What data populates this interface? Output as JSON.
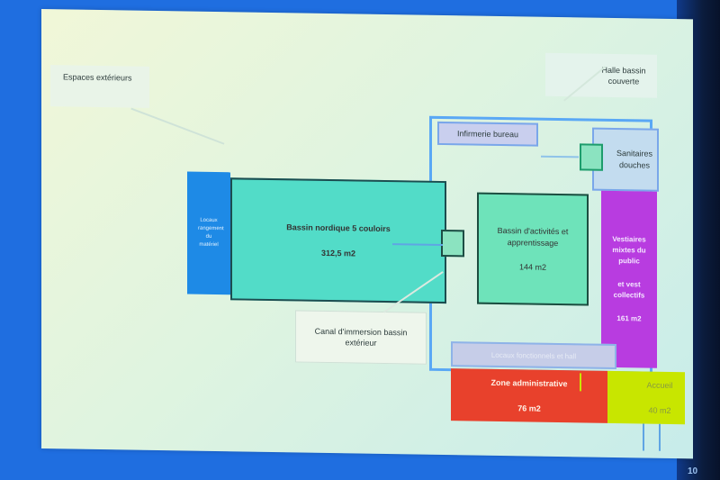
{
  "labels": {
    "espaces_exterieurs": "Espaces extérieurs",
    "halle_bassin": "Halle bassin couverte",
    "infirmerie": "Infirmerie bureau",
    "sanitaires": "Sanitaires douches",
    "bassin_nordique": "Bassin nordique 5 couloirs",
    "bassin_nordique_area": "312,5 m2",
    "bassin_activites": "Bassin d'activités et apprentissage",
    "bassin_activites_area": "144 m2",
    "vestiaires": "Vestiaires mixtes du public",
    "vestiaires_2": "et vest collectifs",
    "vestiaires_area": "161 m2",
    "canal": "Canal d'immersion bassin extérieur",
    "zone_admin": "Zone administrative",
    "zone_admin_area": "76 m2",
    "accueil": "Accueil",
    "accueil_area": "40 m2",
    "locaux_techniques": "Locaux fonctionnels et hall",
    "blue_strip": "Locaux rangement du matériel",
    "page_number": "10"
  },
  "colors": {
    "bassin_nordique": "#52dcc8",
    "bassin_activites": "#6ee3ba",
    "vestiaires": "#b83ce0",
    "zone_admin": "#e8412c",
    "accueil": "#c8e600",
    "blue_strip": "#1e8ae6",
    "outline": "#5aa8f5"
  }
}
